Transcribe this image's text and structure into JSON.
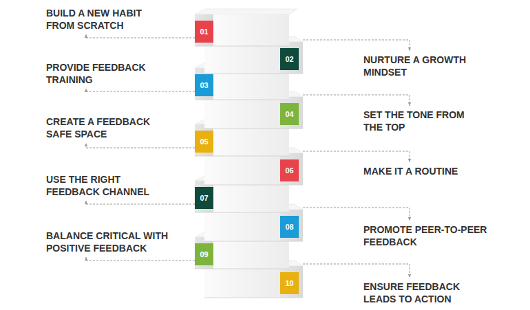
{
  "diagram": {
    "nodes": [
      {
        "text": [
          "01"
        ]
      },
      {
        "text": [
          "02"
        ]
      },
      {
        "text": [
          "03"
        ]
      },
      {
        "text": [
          "04"
        ]
      },
      {
        "text": [
          "05"
        ]
      },
      {
        "text": [
          "06"
        ]
      },
      {
        "text": [
          "07"
        ]
      },
      {
        "text": [
          "08"
        ]
      },
      {
        "text": [
          "09"
        ]
      },
      {
        "text": [
          "10"
        ]
      }
    ],
    "labels": [
      "BUILD A NEW HABIT FROM SCRATCH",
      "NURTURE A GROWTH MINDSET",
      "PROVIDE FEEDBACK TRAINING",
      "SET THE TONE FROM THE TOP",
      "CREATE A FEEDBACK SAFE SPACE",
      "MAKE IT A ROUTINE",
      "USE THE RIGHT FEEDBACK CHANNEL",
      "PROMOTE PEER-TO-PEER FEEDBACK",
      "BALANCE CRITICAL WITH POSITIVE FEEDBACK",
      "ENSURE FEEDBACK LEADS TO ACTION"
    ]
  }
}
